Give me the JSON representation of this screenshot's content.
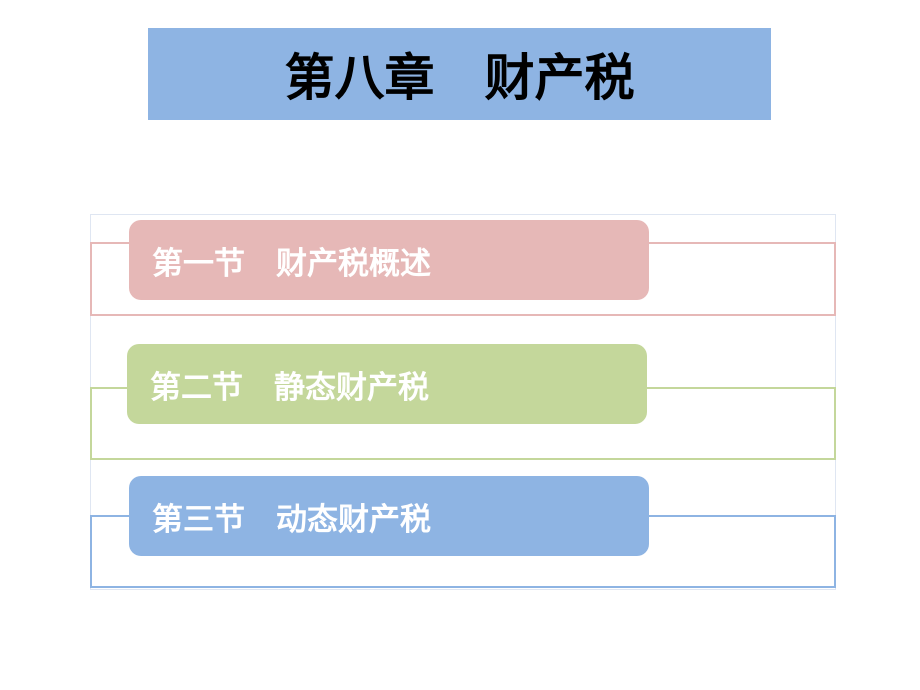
{
  "title": "第八章　财产税",
  "sections": [
    {
      "label": "第一节　财产税概述",
      "color": "#e6b8b7",
      "line": "#e6b8b7"
    },
    {
      "label": "第二节　静态财产税",
      "color": "#c4d79b",
      "line": "#c4d79b"
    },
    {
      "label": "第三节　动态财产税",
      "color": "#8eb4e3",
      "line": "#8eb4e3"
    }
  ]
}
